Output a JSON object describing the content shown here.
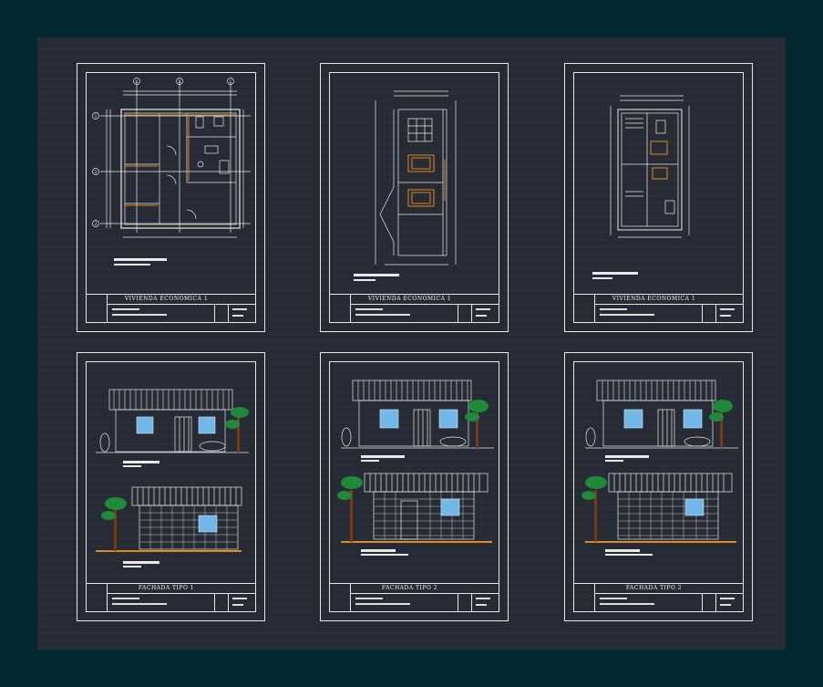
{
  "sheets": [
    {
      "id": "plan-1",
      "title": "VIVIENDA ECONOMICA 1",
      "grid_labels": [
        "A",
        "B",
        "C",
        "1",
        "2",
        "3"
      ]
    },
    {
      "id": "plan-2",
      "title": "VIVIENDA ECONOMICA 1"
    },
    {
      "id": "plan-3",
      "title": "VIVIENDA ECONOMICA 1"
    },
    {
      "id": "facade-1",
      "title": "FACHADA TIPO 1"
    },
    {
      "id": "facade-2",
      "title": "FACHADA TIPO 2"
    },
    {
      "id": "facade-3",
      "title": "FACHADA TIPO 2"
    }
  ],
  "colors": {
    "app_background": "#022a30",
    "drawing_area": "#252a35",
    "line_white": "#e8e8e8",
    "accent_orange": "#e0891c",
    "glass_blue": "#6fb8e8",
    "tree_green": "#1f8a3a",
    "trunk_brown": "#7a3b10"
  }
}
